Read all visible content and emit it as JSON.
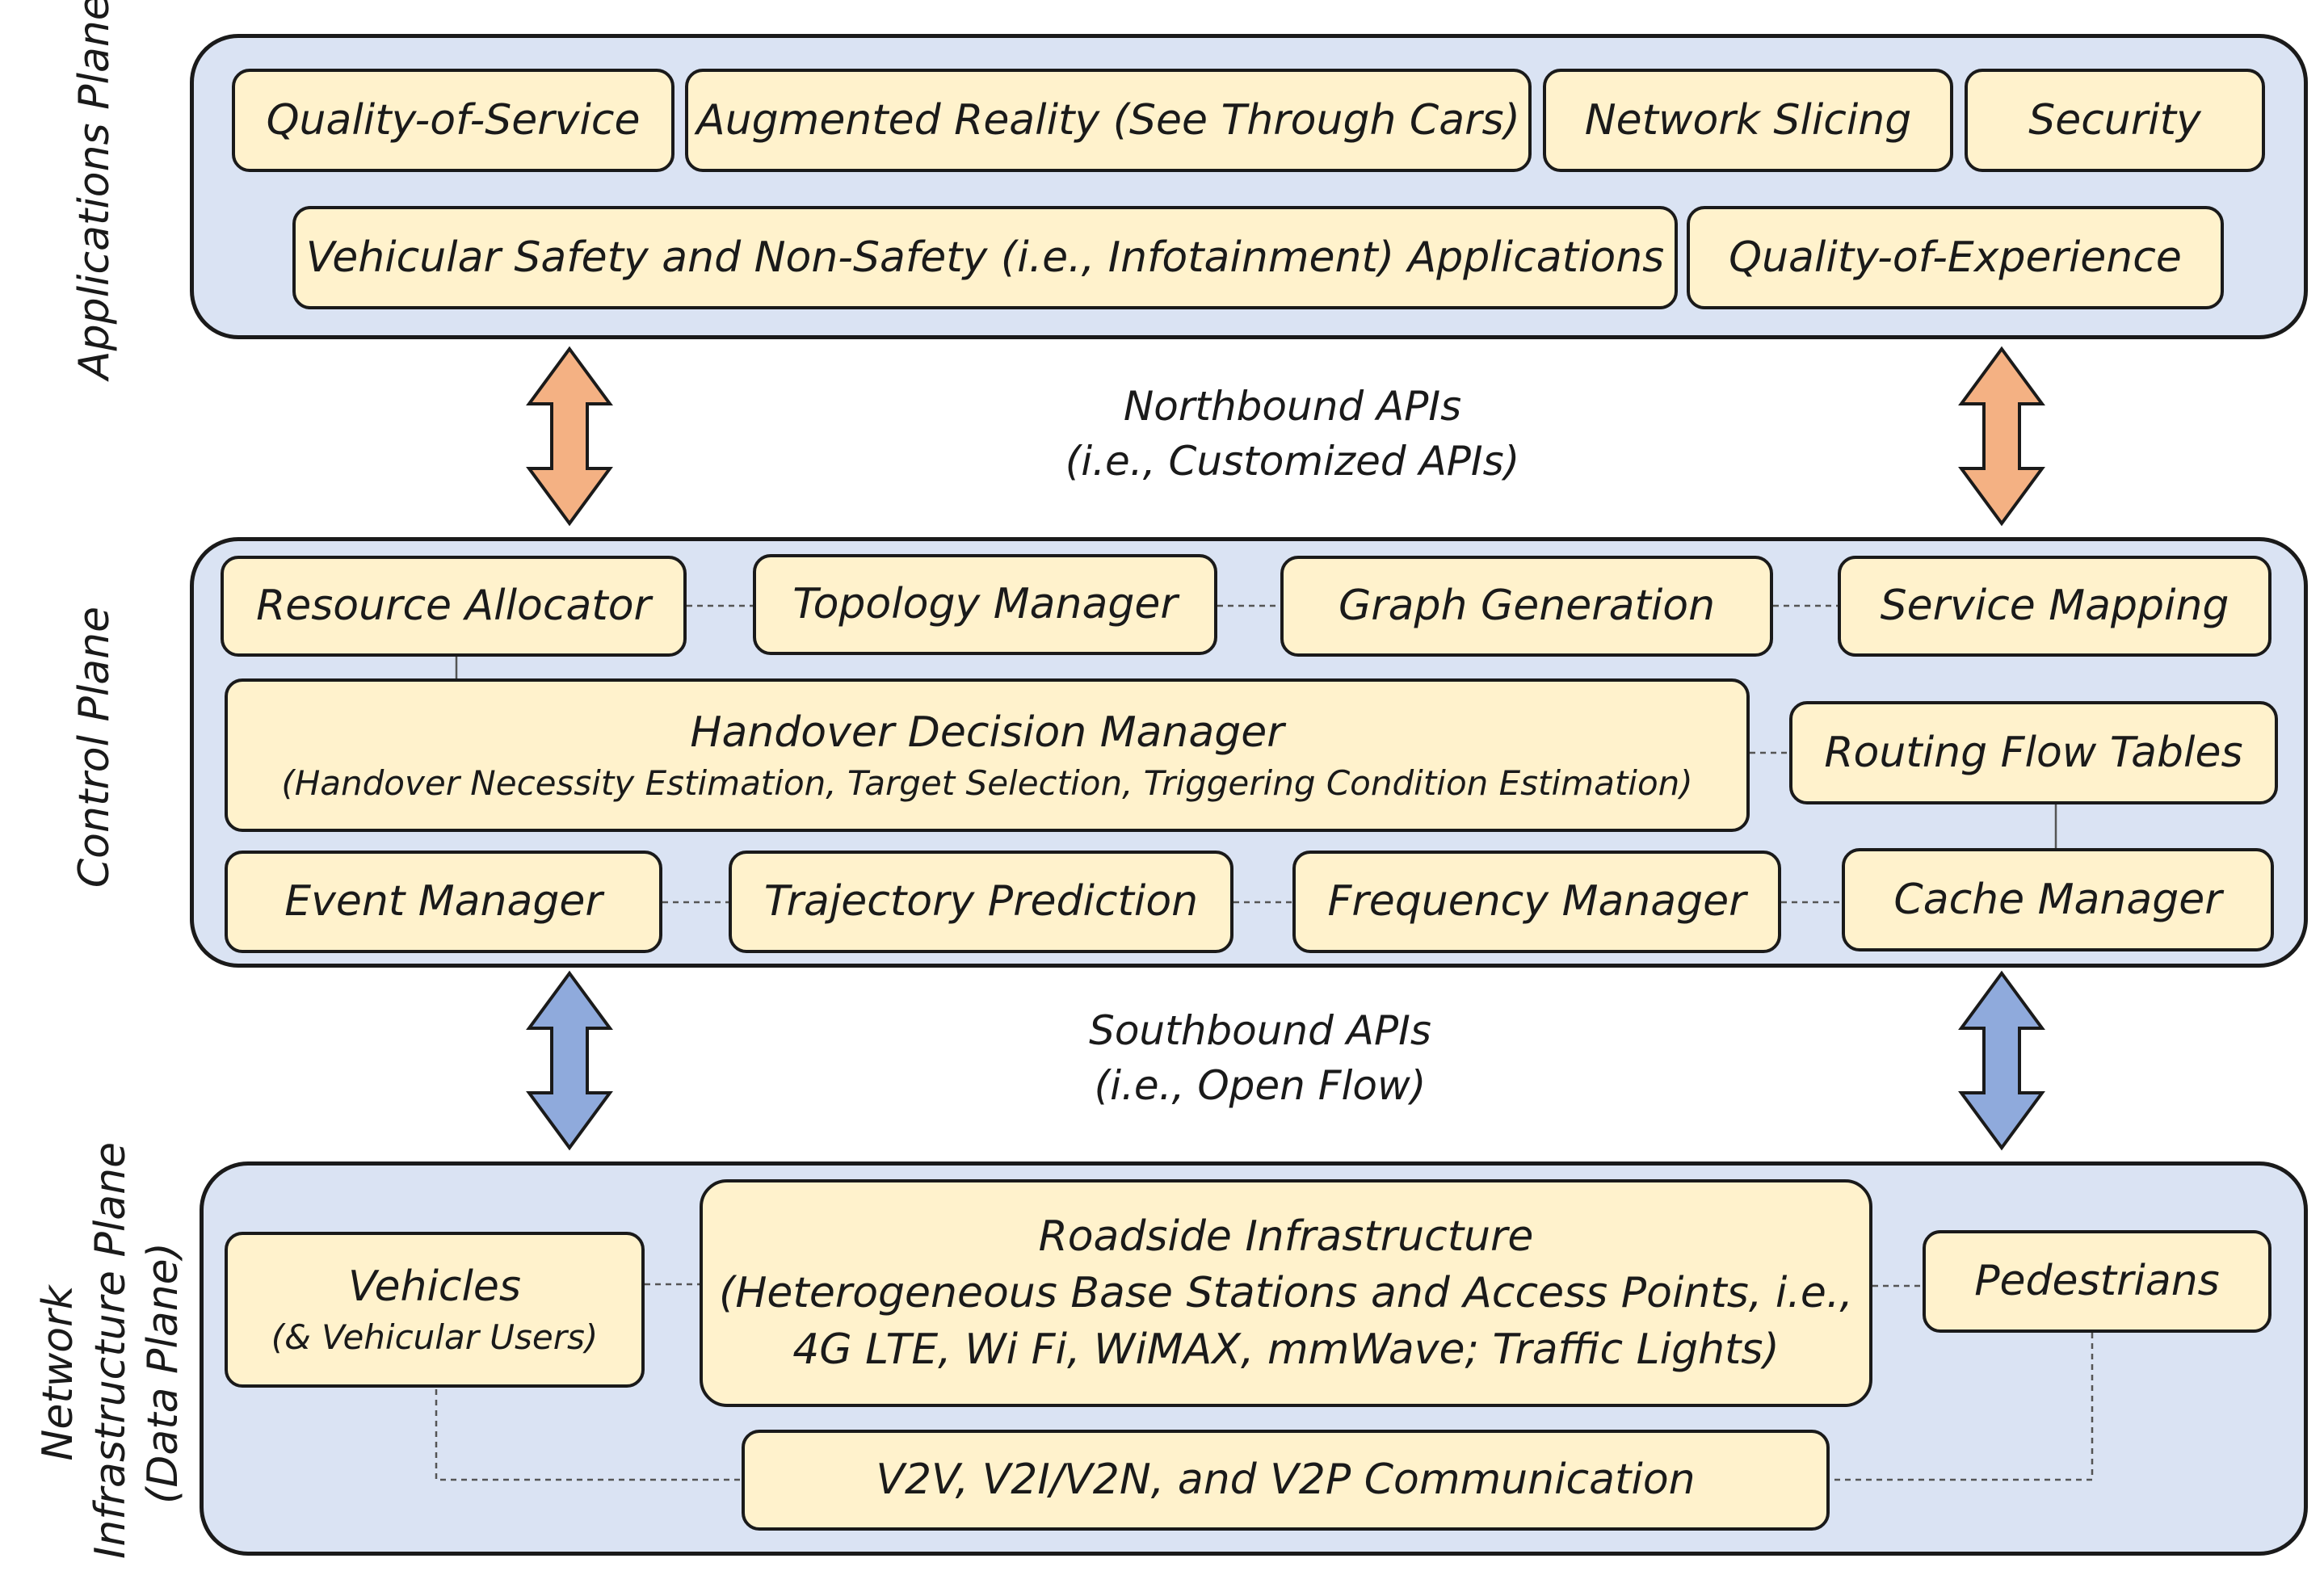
{
  "applications_plane": {
    "label": "Applications Plane",
    "apps": {
      "qos": "Quality-of-Service",
      "ar": "Augmented Reality (See Through Cars)",
      "slicing": "Network Slicing",
      "security": "Security",
      "vehicular": "Vehicular Safety and Non-Safety (i.e., Infotainment) Applications",
      "qoe": "Quality-of-Experience"
    }
  },
  "northbound": {
    "line1": "Northbound APIs",
    "line2": "(i.e., Customized APIs)"
  },
  "control_plane": {
    "label": "Control Plane",
    "resource_allocator": "Resource Allocator",
    "topology_manager": "Topology Manager",
    "graph_generation": "Graph Generation",
    "service_mapping": "Service Mapping",
    "handover_title": "Handover Decision Manager",
    "handover_detail": "(Handover Necessity Estimation, Target Selection, Triggering Condition Estimation)",
    "routing_flow_tables": "Routing Flow Tables",
    "event_manager": "Event Manager",
    "trajectory_prediction": "Trajectory Prediction",
    "frequency_manager": "Frequency Manager",
    "cache_manager": "Cache Manager"
  },
  "southbound": {
    "line1": "Southbound APIs",
    "line2": "(i.e., Open Flow)"
  },
  "infrastructure_plane": {
    "label_line1": "Network",
    "label_line2": "Infrastructure Plane",
    "label_line3": "(Data Plane)",
    "vehicles": "Vehicles",
    "vehicles_sub": "(& Vehicular Users)",
    "roadside_line1": "Roadside Infrastructure",
    "roadside_line2": "(Heterogeneous Base Stations and Access Points, i.e.,",
    "roadside_line3": "4G LTE, Wi Fi, WiMAX, mmWave; Traffic Lights)",
    "pedestrians": "Pedestrians",
    "communication": "V2V, V2I/V2N, and V2P Communication"
  },
  "colors": {
    "plane_fill": "#dae3f3",
    "box_fill": "#fff2cc",
    "northbound_arrow": "#f4b183",
    "southbound_arrow": "#8faadc"
  }
}
